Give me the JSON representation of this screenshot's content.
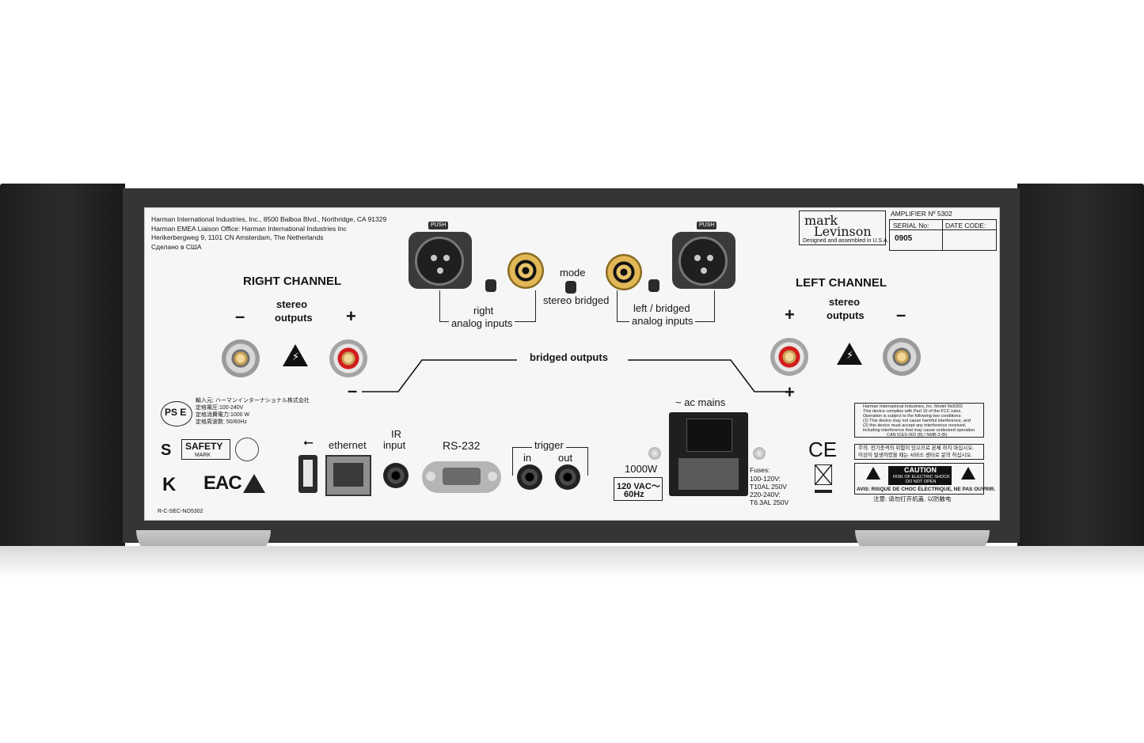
{
  "company": {
    "line1": "Harman International Industries, Inc., 8500 Balboa Blvd., Northridge, CA 91329",
    "line2": "Harman EMEA Liaison Office: Harman International Industries Inc",
    "line3": "Herikerbergweg 9, 1101 CN Amsterdam, The Netherlands",
    "line4": "Сделано в США"
  },
  "brand": {
    "logo_line1": "mark",
    "logo_line2": "Levinson",
    "tagline": "Designed and assembled in U.S.A.",
    "model": "AMPLIFIER Nº 5302",
    "serial_label": "SERIAL No:",
    "date_label": "DATE CODE:",
    "serial_value": "0905"
  },
  "right_channel": {
    "title": "RIGHT CHANNEL",
    "stereo": "stereo",
    "outputs": "outputs",
    "minus": "–",
    "plus": "+",
    "bridged_minus": "–"
  },
  "left_channel": {
    "title": "LEFT CHANNEL",
    "stereo": "stereo",
    "outputs": "outputs",
    "minus": "–",
    "plus": "+",
    "bridged_plus": "+"
  },
  "inputs": {
    "push_left": "PUSH",
    "push_right": "PUSH",
    "mode": "mode",
    "stereo": "stereo",
    "bridged": "bridged",
    "right_line1": "right",
    "right_line2": "analog inputs",
    "left_line1": "left / bridged",
    "left_line2": "analog inputs",
    "bridged_outputs": "bridged outputs",
    "warning_glyph": "⚡"
  },
  "compliance": {
    "japan_line1": "輸入元: ハーマンインターナショナル株式会社",
    "japan_line2": "定格電圧:100-240V",
    "japan_line3": "定格消費電力:1000 W",
    "japan_line4": "定格周波数: 50/60Hz",
    "pse": "PS E",
    "safety_mark": "SAFETY",
    "safety_sub": "MARK",
    "kc_code": "R-C-SEC-NO5302",
    "eac": "EAC",
    "fcc_line1": "Harman International Industries, Inc. Model No5302",
    "fcc_line2": "This device complies with Part 15 of the FCC rules.",
    "fcc_line3": "Operation is subject to the following two conditions:",
    "fcc_line4": "(1) This device may not cause harmful interference, and",
    "fcc_line5": "(2) this device must accept any interference received,",
    "fcc_line6": "including interference that may cause undesired operation",
    "fcc_line7": "CAN ICES-003 (B) / NMB-3 (B)",
    "korea_line1": "주의: 전기충격의 위험이 있으므로 본체 하지 마십시오.",
    "korea_line2": "이상이 발생하였을 때는 서비스 센터로 문의 하십시오.",
    "caution_title": "CAUTION",
    "caution_line1": "RISK OF ELECTRIC SHOCK",
    "caution_line2": "DO NOT OPEN",
    "avis": "AVIS: RISQUE DE CHOC ÉLECTRIQUE, NE PAS OUVRIR.",
    "chinese": "注意: 请勿打开机盖, 以防触电",
    "ce": "CE"
  },
  "io": {
    "usb_glyph": "⭠",
    "ethernet": "ethernet",
    "ir_line1": "IR",
    "ir_line2": "input",
    "rs232": "RS-232",
    "trigger": "trigger",
    "trigger_in": "in",
    "trigger_out": "out"
  },
  "power": {
    "ac_mains": "~ ac mains",
    "watts": "1000W",
    "voltage_line1": "120 VAC～",
    "voltage_line2": "60Hz",
    "fuses_title": "Fuses:",
    "fuse1_range": "100-120V:",
    "fuse1_rating": "T10AL 250V",
    "fuse2_range": "220-240V:",
    "fuse2_rating": "T6.3AL 250V"
  },
  "colors": {
    "plate": "#f6f6f6",
    "chassis": "#343536",
    "binding_red": "#d21b1b",
    "gold": "#e2b856"
  }
}
